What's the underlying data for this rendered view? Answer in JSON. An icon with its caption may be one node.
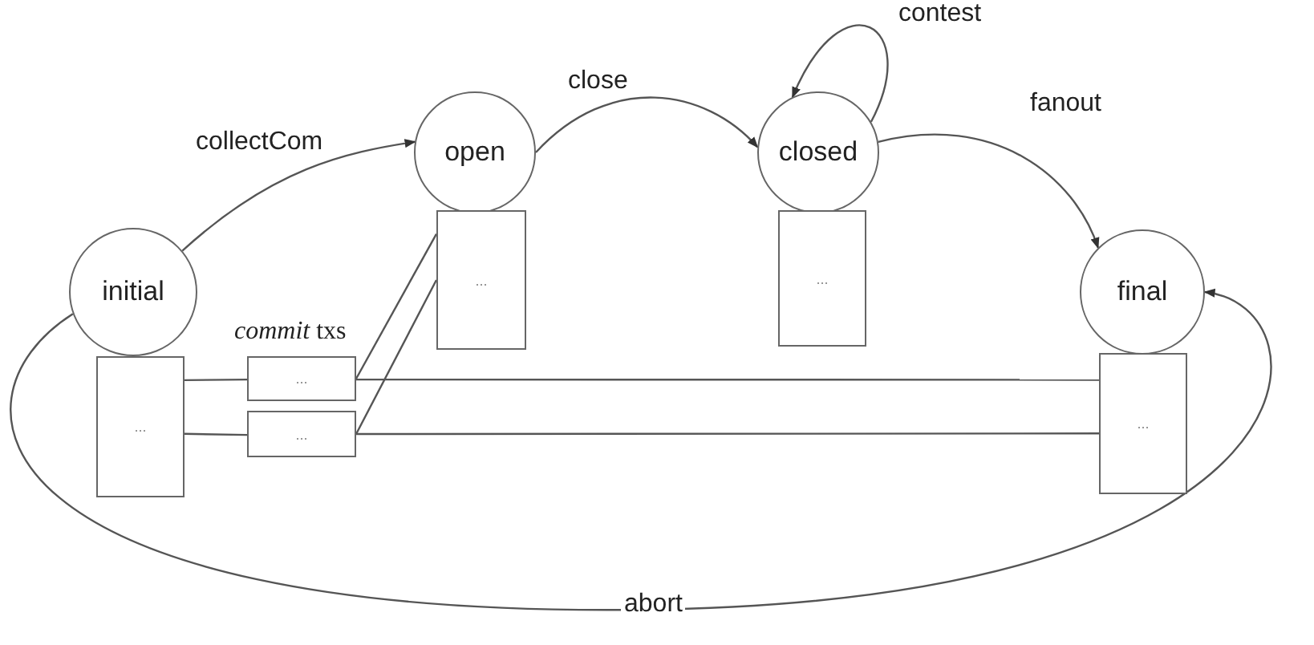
{
  "diagram": {
    "nodes": [
      {
        "text": [
          "initial"
        ]
      },
      {
        "text": [
          "open"
        ]
      },
      {
        "text": [
          "closed"
        ]
      },
      {
        "text": [
          "final"
        ]
      },
      {
        "text": [
          "..."
        ]
      },
      {
        "text": [
          "..."
        ]
      },
      {
        "text": [
          "..."
        ]
      },
      {
        "text": [
          "..."
        ]
      },
      {
        "text": [
          "..."
        ]
      },
      {
        "text": [
          "..."
        ]
      }
    ],
    "edges": [
      {
        "from": 0,
        "to": 1,
        "arrow": "to",
        "label": "collectCom"
      },
      {
        "from": 1,
        "to": 2,
        "arrow": "to",
        "label": "close"
      },
      {
        "from": 2,
        "to": 2,
        "arrow": "to",
        "label": "contest"
      },
      {
        "from": 2,
        "to": 3,
        "arrow": "to",
        "label": "fanout"
      },
      {
        "from": 0,
        "to": 3,
        "arrow": "to",
        "label": "abort"
      },
      {
        "from": 4,
        "to": 8,
        "arrow": "none"
      },
      {
        "from": 4,
        "to": 9,
        "arrow": "none"
      },
      {
        "from": 8,
        "to": 5,
        "arrow": "none"
      },
      {
        "from": 9,
        "to": 5,
        "arrow": "none"
      },
      {
        "from": 8,
        "to": 7,
        "arrow": "none"
      },
      {
        "from": 9,
        "to": 7,
        "arrow": "none"
      }
    ],
    "labels": [
      "*commit* txs"
    ]
  }
}
